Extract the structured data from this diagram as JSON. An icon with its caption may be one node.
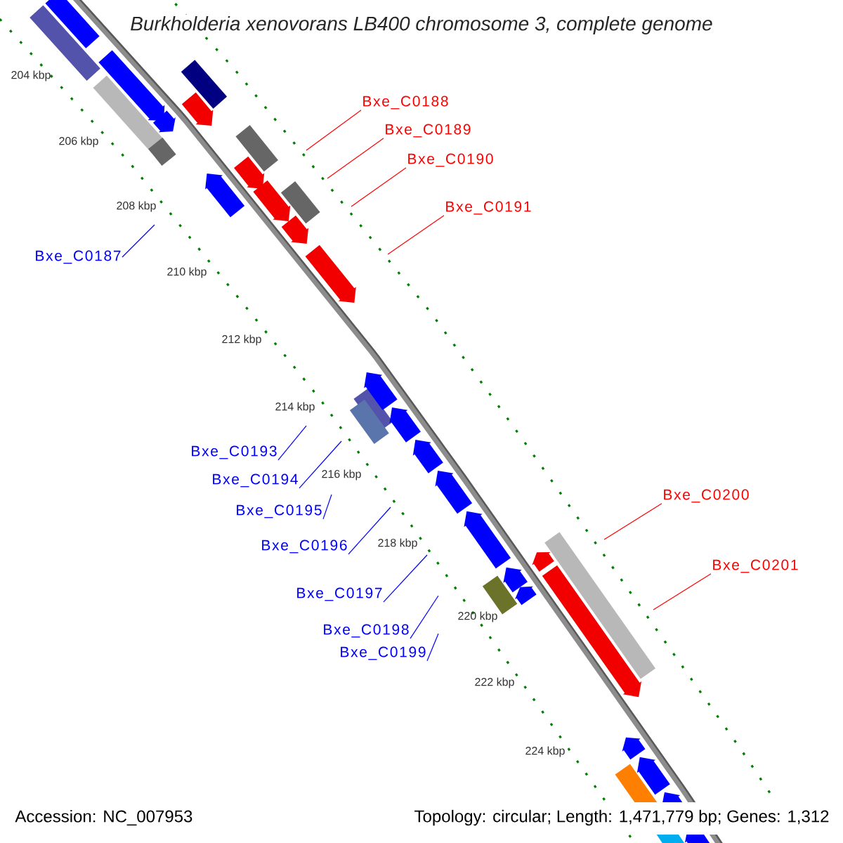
{
  "diagram": {
    "title": "Burkholderia xenovorans LB400 chromosome 3, complete genome",
    "nodes": [
      {
        "text": [
          "Bxe_C0187"
        ]
      },
      {
        "text": [
          "Bxe_C0188"
        ]
      },
      {
        "text": [
          "Bxe_C0189"
        ]
      },
      {
        "text": [
          "Bxe_C0190"
        ]
      },
      {
        "text": [
          "Bxe_C0191"
        ]
      },
      {
        "text": [
          "Bxe_C0193"
        ]
      },
      {
        "text": [
          "Bxe_C0194"
        ]
      },
      {
        "text": [
          "Bxe_C0195"
        ]
      },
      {
        "text": [
          "Bxe_C0196"
        ]
      },
      {
        "text": [
          "Bxe_C0197"
        ]
      },
      {
        "text": [
          "Bxe_C0198"
        ]
      },
      {
        "text": [
          "Bxe_C0199"
        ]
      },
      {
        "text": [
          "Bxe_C0200"
        ]
      },
      {
        "text": [
          "Bxe_C0201"
        ]
      }
    ],
    "edges": [
      {
        "from": 0,
        "to": null,
        "arrow": "none",
        "color": "#0000ff"
      },
      {
        "from": 1,
        "to": null,
        "arrow": "none",
        "color": "#ff0000"
      },
      {
        "from": 2,
        "to": null,
        "arrow": "none",
        "color": "#ff0000"
      },
      {
        "from": 3,
        "to": null,
        "arrow": "none",
        "color": "#ff0000"
      },
      {
        "from": 4,
        "to": null,
        "arrow": "none",
        "color": "#ff0000"
      },
      {
        "from": 5,
        "to": null,
        "arrow": "none",
        "color": "#0000ff"
      },
      {
        "from": 6,
        "to": null,
        "arrow": "none",
        "color": "#0000ff"
      },
      {
        "from": 7,
        "to": null,
        "arrow": "none",
        "color": "#0000ff"
      },
      {
        "from": 8,
        "to": null,
        "arrow": "none",
        "color": "#0000ff"
      },
      {
        "from": 9,
        "to": null,
        "arrow": "none",
        "color": "#0000ff"
      },
      {
        "from": 10,
        "to": null,
        "arrow": "none",
        "color": "#0000ff"
      },
      {
        "from": 11,
        "to": null,
        "arrow": "none",
        "color": "#0000ff"
      },
      {
        "from": 12,
        "to": null,
        "arrow": "none",
        "color": "#ff0000"
      },
      {
        "from": 13,
        "to": null,
        "arrow": "none",
        "color": "#ff0000"
      }
    ],
    "labels": [
      "204 kbp",
      "206 kbp",
      "208 kbp",
      "210 kbp",
      "212 kbp",
      "214 kbp",
      "216 kbp",
      "218 kbp",
      "220 kbp",
      "222 kbp",
      "224 kbp",
      "Accession: NC_007953",
      "Topology: circular; Length: 1,471,779 bp; Genes: 1,312"
    ]
  }
}
